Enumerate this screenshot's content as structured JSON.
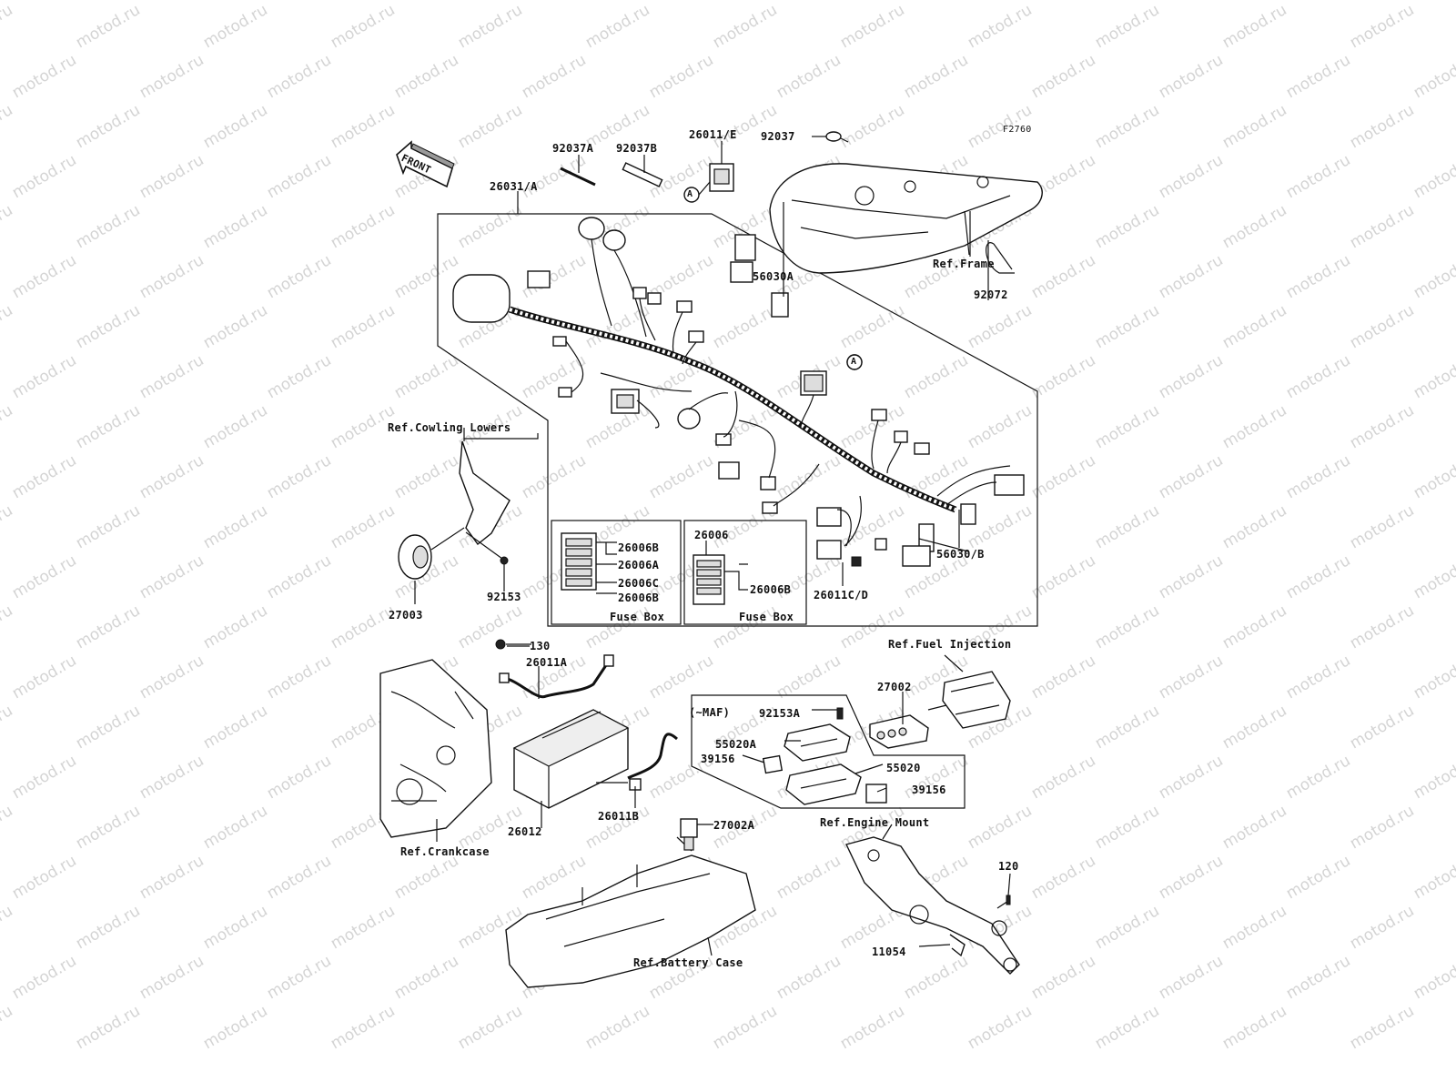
{
  "diagram": {
    "code": "F2760",
    "front_label": "FRONT",
    "watermark": "motod.ru",
    "callout_symbol": "A",
    "parts": {
      "p92037A": "92037A",
      "p92037B": "92037B",
      "p26011E": "26011/E",
      "p92037": "92037",
      "p26031A": "26031/A",
      "p56030A": "56030A",
      "p92072": "92072",
      "p26006B_1": "26006B",
      "p26006A": "26006A",
      "p26006C": "26006C",
      "p26006B_2": "26006B",
      "p26006": "26006",
      "p26006B_3": "26006B",
      "p56030B": "56030/B",
      "p26011CD": "26011C/D",
      "p92153": "92153",
      "p27003": "27003",
      "p130": "130",
      "p26011A": "26011A",
      "p27002": "27002",
      "p92153A": "92153A",
      "p55020A": "55020A",
      "p39156_1": "39156",
      "p55020": "55020",
      "p39156_2": "39156",
      "p26012": "26012",
      "p26011B": "26011B",
      "p27002A": "27002A",
      "p120": "120",
      "p11054": "11054"
    },
    "refs": {
      "frame": "Ref.Frame",
      "cowling": "Ref.Cowling Lowers",
      "fuel_injection": "Ref.Fuel Injection",
      "crankcase": "Ref.Crankcase",
      "engine_mount": "Ref.Engine Mount",
      "battery_case": "Ref.Battery Case"
    },
    "fuse_box_label_1": "Fuse Box",
    "fuse_box_label_2": "Fuse Box",
    "maf_label": "(~MAF)"
  }
}
